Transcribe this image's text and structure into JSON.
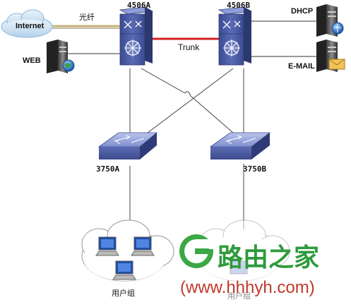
{
  "labels": {
    "internet": "Internet",
    "fiber": "光纤",
    "core_a": "4506A",
    "core_b": "4506B",
    "trunk": "Trunk",
    "dhcp": "DHCP",
    "email": "E-MAIL",
    "web": "WEB",
    "access_a": "3750A",
    "access_b": "3750B",
    "users_left": "用户组",
    "users_right": "用户组"
  },
  "watermark": {
    "brand": "路由之家",
    "url": "(www.hhhyh.com)"
  },
  "colors": {
    "switch_blue": "#4a5fa8",
    "trunk_red": "#d42020",
    "fiber_tan": "#c9b37a",
    "watermark_green": "#2e9a3c",
    "watermark_red": "#c0392b"
  }
}
